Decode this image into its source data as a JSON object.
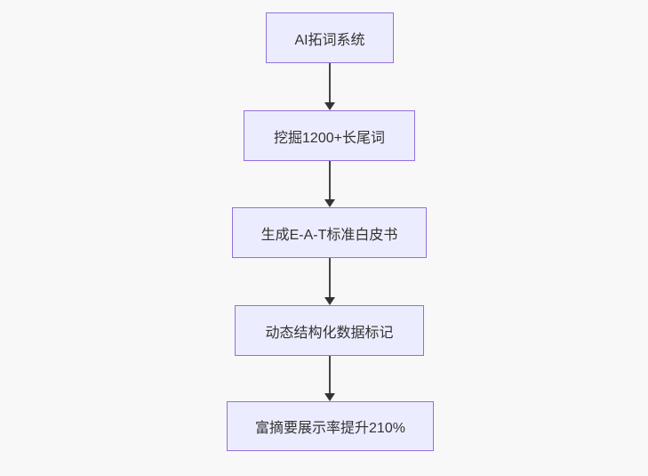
{
  "diagram": {
    "type": "flowchart",
    "direction": "top-down",
    "nodes": [
      {
        "id": "step1",
        "label": "AI拓词系统"
      },
      {
        "id": "step2",
        "label": "挖掘1200+长尾词"
      },
      {
        "id": "step3",
        "label": "生成E-A-T标准白皮书"
      },
      {
        "id": "step4",
        "label": "动态结构化数据标记"
      },
      {
        "id": "step5",
        "label": "富摘要展示率提升210%"
      }
    ],
    "edges": [
      {
        "from": "step1",
        "to": "step2"
      },
      {
        "from": "step2",
        "to": "step3"
      },
      {
        "from": "step3",
        "to": "step4"
      },
      {
        "from": "step4",
        "to": "step5"
      }
    ],
    "colors": {
      "background": "#f8f8f8",
      "node_fill": "#ececff",
      "node_border": "#9370db",
      "node_text": "#333333",
      "arrow": "#333333"
    }
  }
}
